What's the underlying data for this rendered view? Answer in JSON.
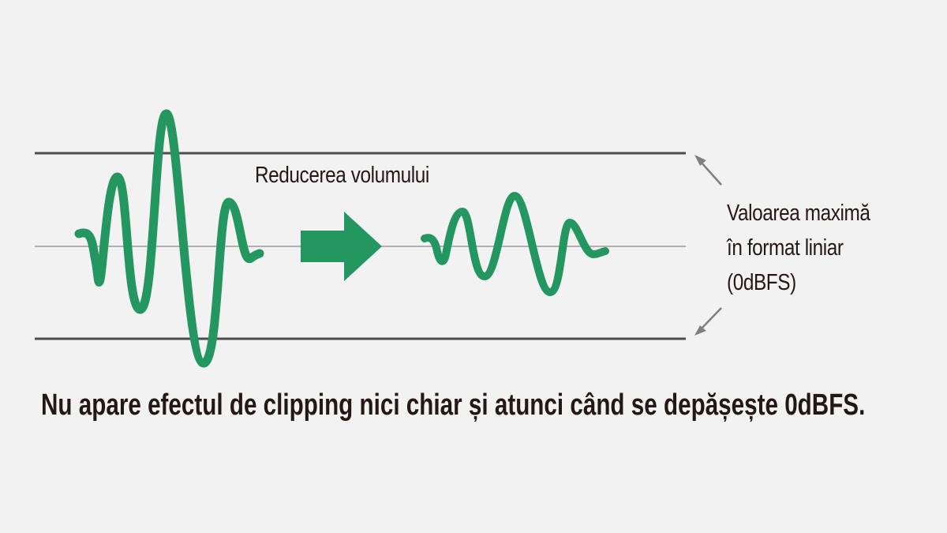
{
  "background_color": "#f2f2f2",
  "colors": {
    "wave": "#249660",
    "limit_line": "#4d4d4d",
    "center_line": "#9a9a9a",
    "arrow_small": "#7f7f7f",
    "text": "#231815"
  },
  "labels": {
    "reduce_volume": "Reducerea volumului",
    "max_value_line1": "Valoarea maximă",
    "max_value_line2": "în format liniar",
    "max_value_line3": "(0dBFS)",
    "caption": "Nu apare efectul de clipping nici chiar și atunci când se depășește 0dBFS."
  },
  "icons": {
    "transition_arrow": "right-arrow-icon",
    "pointer_arrows": "diagonal-arrow-icon"
  }
}
